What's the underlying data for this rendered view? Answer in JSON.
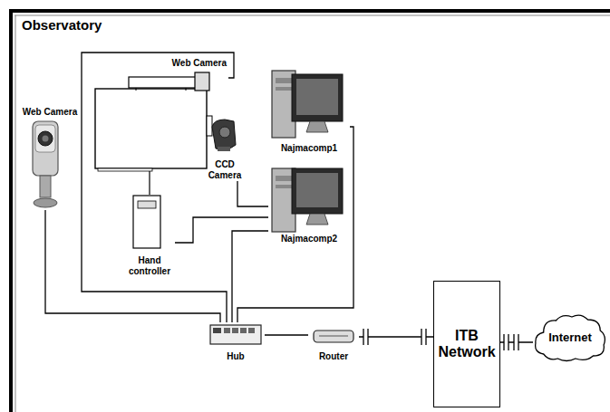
{
  "diagram": {
    "title": "Observatory",
    "nodes": [
      {
        "text": [
          "Web Camera"
        ]
      },
      {
        "text": [
          "Web Camera"
        ]
      },
      {
        "text": [
          "CCD Camera"
        ]
      },
      {
        "text": [
          "Najmacomp1"
        ]
      },
      {
        "text": [
          "Najmacomp2"
        ]
      },
      {
        "text": [
          "Hand controller"
        ]
      },
      {
        "text": [
          "Hub"
        ]
      },
      {
        "text": [
          "Router"
        ]
      },
      {
        "text": [
          "ITB Network"
        ]
      },
      {
        "text": [
          "Internet"
        ]
      }
    ],
    "edges": [
      {
        "from": 0,
        "to": 6,
        "arrow": "none"
      },
      {
        "from": 1,
        "to": 6,
        "arrow": "none"
      },
      {
        "from": 2,
        "to": 4,
        "arrow": "none"
      },
      {
        "from": 3,
        "to": 6,
        "arrow": "none"
      },
      {
        "from": 4,
        "to": 6,
        "arrow": "none"
      },
      {
        "from": 5,
        "to": 4,
        "arrow": "none"
      },
      {
        "from": 6,
        "to": 7,
        "arrow": "none"
      },
      {
        "from": 7,
        "to": 8,
        "arrow": "none"
      },
      {
        "from": 8,
        "to": 9,
        "arrow": "none"
      }
    ]
  }
}
